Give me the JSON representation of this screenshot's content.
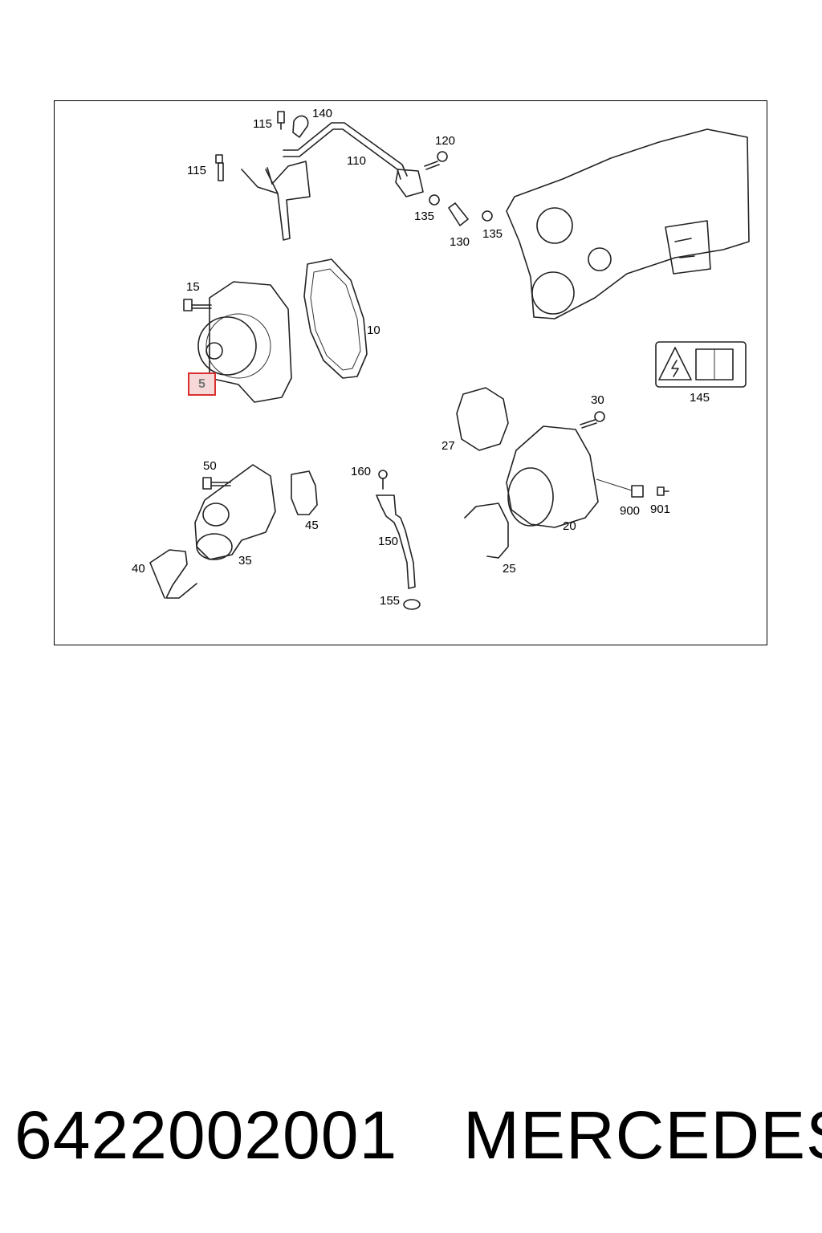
{
  "diagram": {
    "callouts": {
      "c115a": "115",
      "c140": "140",
      "c115b": "115",
      "c110": "110",
      "c120": "120",
      "c135a": "135",
      "c130": "130",
      "c135b": "135",
      "c15": "15",
      "c10": "10",
      "c5": "5",
      "c145": "145",
      "c30": "30",
      "c27": "27",
      "c50": "50",
      "c160": "160",
      "c45": "45",
      "c900": "900",
      "c901": "901",
      "c20": "20",
      "c150": "150",
      "c35": "35",
      "c40": "40",
      "c25": "25",
      "c155": "155"
    },
    "highlighted_part": "5",
    "highlight_color": "#d9302f"
  },
  "footer": {
    "part_number": "6422002001",
    "brand": "MERCEDES"
  }
}
